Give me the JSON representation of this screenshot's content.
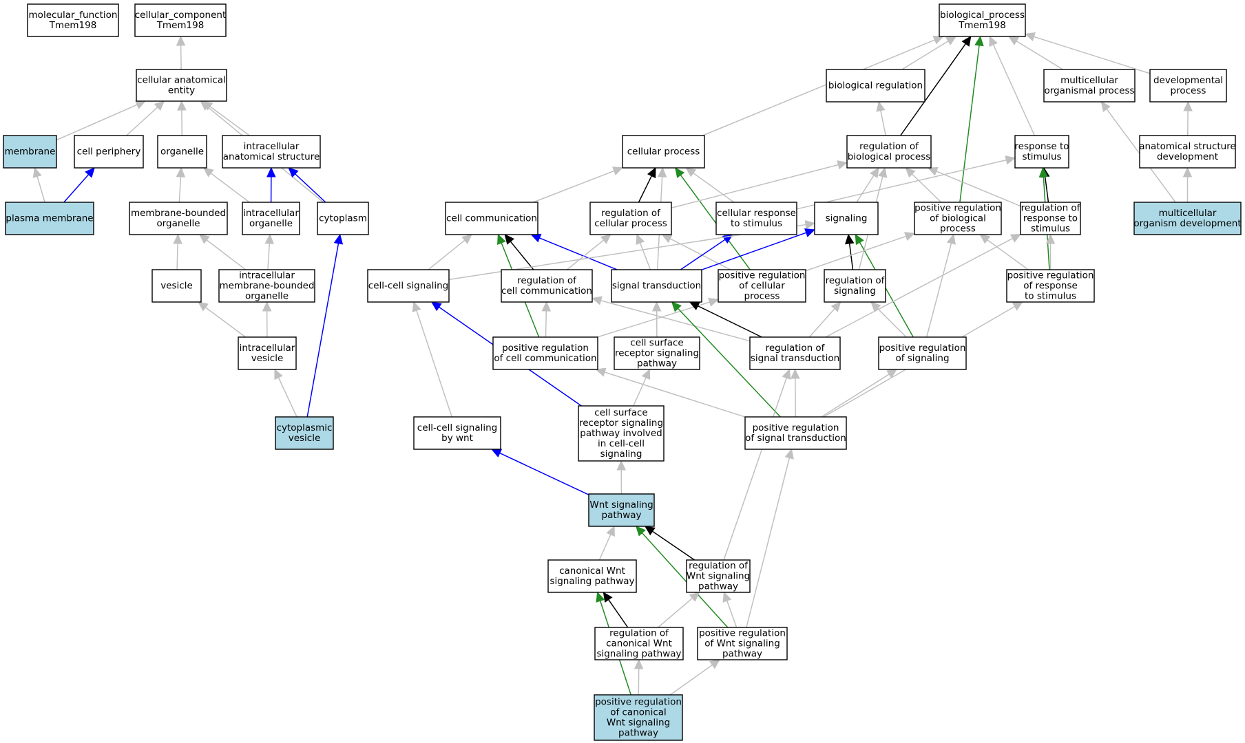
{
  "colors": {
    "node_default": "#ffffff",
    "node_highlight": "#add8e6",
    "edge_is_a": "#c0c0c0",
    "edge_part_of": "#0000ff",
    "edge_regulates": "#000000",
    "edge_pos_regulates": "#228b22"
  },
  "nodes": [
    {
      "id": "mf",
      "lines": [
        "molecular_function",
        "Tmem198"
      ],
      "fill": "white"
    },
    {
      "id": "cc",
      "lines": [
        "cellular_component",
        "Tmem198"
      ],
      "fill": "white"
    },
    {
      "id": "bp",
      "lines": [
        "biological_process",
        "Tmem198"
      ],
      "fill": "white"
    },
    {
      "id": "cae",
      "lines": [
        "cellular anatomical",
        "entity"
      ],
      "fill": "white"
    },
    {
      "id": "membrane",
      "lines": [
        "membrane"
      ],
      "fill": "blue"
    },
    {
      "id": "cellper",
      "lines": [
        "cell periphery"
      ],
      "fill": "white"
    },
    {
      "id": "organelle",
      "lines": [
        "organelle"
      ],
      "fill": "white"
    },
    {
      "id": "ias",
      "lines": [
        "intracellular",
        "anatomical structure"
      ],
      "fill": "white"
    },
    {
      "id": "plasmam",
      "lines": [
        "plasma membrane"
      ],
      "fill": "blue"
    },
    {
      "id": "mbo",
      "lines": [
        "membrane-bounded",
        "organelle"
      ],
      "fill": "white"
    },
    {
      "id": "io",
      "lines": [
        "intracellular",
        "organelle"
      ],
      "fill": "white"
    },
    {
      "id": "cytoplasm",
      "lines": [
        "cytoplasm"
      ],
      "fill": "white"
    },
    {
      "id": "vesicle",
      "lines": [
        "vesicle"
      ],
      "fill": "white"
    },
    {
      "id": "imbo",
      "lines": [
        "intracellular",
        "membrane-bounded",
        "organelle"
      ],
      "fill": "white"
    },
    {
      "id": "iv",
      "lines": [
        "intracellular",
        "vesicle"
      ],
      "fill": "white"
    },
    {
      "id": "cytves",
      "lines": [
        "cytoplasmic",
        "vesicle"
      ],
      "fill": "blue"
    },
    {
      "id": "bioreg",
      "lines": [
        "biological regulation"
      ],
      "fill": "white"
    },
    {
      "id": "mop",
      "lines": [
        "multicellular",
        "organismal process"
      ],
      "fill": "white"
    },
    {
      "id": "devp",
      "lines": [
        "developmental",
        "process"
      ],
      "fill": "white"
    },
    {
      "id": "cellp",
      "lines": [
        "cellular process"
      ],
      "fill": "white"
    },
    {
      "id": "rbp",
      "lines": [
        "regulation of",
        "biological process"
      ],
      "fill": "white"
    },
    {
      "id": "rts",
      "lines": [
        "response to",
        "stimulus"
      ],
      "fill": "white"
    },
    {
      "id": "asd",
      "lines": [
        "anatomical structure",
        "development"
      ],
      "fill": "white"
    },
    {
      "id": "cellcomm",
      "lines": [
        "cell communication"
      ],
      "fill": "white"
    },
    {
      "id": "rcp",
      "lines": [
        "regulation of",
        "cellular process"
      ],
      "fill": "white"
    },
    {
      "id": "crs",
      "lines": [
        "cellular response",
        "to stimulus"
      ],
      "fill": "white"
    },
    {
      "id": "signaling",
      "lines": [
        "signaling"
      ],
      "fill": "white"
    },
    {
      "id": "prbp",
      "lines": [
        "positive regulation",
        "of biological",
        "process"
      ],
      "fill": "white"
    },
    {
      "id": "rrs",
      "lines": [
        "regulation of",
        "response to",
        "stimulus"
      ],
      "fill": "white"
    },
    {
      "id": "mod",
      "lines": [
        "multicellular",
        "organism development"
      ],
      "fill": "blue"
    },
    {
      "id": "ccsig",
      "lines": [
        "cell-cell signaling"
      ],
      "fill": "white"
    },
    {
      "id": "rcc",
      "lines": [
        "regulation of",
        "cell communication"
      ],
      "fill": "white"
    },
    {
      "id": "st",
      "lines": [
        "signal transduction"
      ],
      "fill": "white"
    },
    {
      "id": "prcp",
      "lines": [
        "positive regulation",
        "of cellular",
        "process"
      ],
      "fill": "white"
    },
    {
      "id": "rsig",
      "lines": [
        "regulation of",
        "signaling"
      ],
      "fill": "white"
    },
    {
      "id": "prrs",
      "lines": [
        "positive regulation",
        "of response",
        "to stimulus"
      ],
      "fill": "white"
    },
    {
      "id": "prcc",
      "lines": [
        "positive regulation",
        "of cell communication"
      ],
      "fill": "white"
    },
    {
      "id": "csrsp",
      "lines": [
        "cell surface",
        "receptor signaling",
        "pathway"
      ],
      "fill": "white"
    },
    {
      "id": "rst",
      "lines": [
        "regulation of",
        "signal transduction"
      ],
      "fill": "white"
    },
    {
      "id": "prsig",
      "lines": [
        "positive regulation",
        "of signaling"
      ],
      "fill": "white"
    },
    {
      "id": "ccswnt",
      "lines": [
        "cell-cell signaling",
        "by wnt"
      ],
      "fill": "white"
    },
    {
      "id": "csrspcc",
      "lines": [
        "cell surface",
        "receptor signaling",
        "pathway involved",
        "in cell-cell",
        "signaling"
      ],
      "fill": "white"
    },
    {
      "id": "prst",
      "lines": [
        "positive regulation",
        "of signal transduction"
      ],
      "fill": "white"
    },
    {
      "id": "wnt",
      "lines": [
        "Wnt signaling",
        "pathway"
      ],
      "fill": "blue"
    },
    {
      "id": "cwnt",
      "lines": [
        "canonical Wnt",
        "signaling pathway"
      ],
      "fill": "white"
    },
    {
      "id": "rwnt",
      "lines": [
        "regulation of",
        "Wnt signaling",
        "pathway"
      ],
      "fill": "white"
    },
    {
      "id": "rcwnt",
      "lines": [
        "regulation of",
        "canonical Wnt",
        "signaling pathway"
      ],
      "fill": "white"
    },
    {
      "id": "prwnt",
      "lines": [
        "positive regulation",
        "of Wnt signaling",
        "pathway"
      ],
      "fill": "white"
    },
    {
      "id": "prcwnt",
      "lines": [
        "positive regulation",
        "of canonical",
        "Wnt signaling",
        "pathway"
      ],
      "fill": "blue"
    }
  ],
  "edges": [
    {
      "from": "cae",
      "to": "cc",
      "type": "is_a"
    },
    {
      "from": "membrane",
      "to": "cae",
      "type": "is_a"
    },
    {
      "from": "cellper",
      "to": "cae",
      "type": "is_a"
    },
    {
      "from": "organelle",
      "to": "cae",
      "type": "is_a"
    },
    {
      "from": "ias",
      "to": "cae",
      "type": "is_a"
    },
    {
      "from": "cytoplasm",
      "to": "cae",
      "type": "is_a"
    },
    {
      "from": "plasmam",
      "to": "membrane",
      "type": "is_a"
    },
    {
      "from": "plasmam",
      "to": "cellper",
      "type": "part_of"
    },
    {
      "from": "mbo",
      "to": "organelle",
      "type": "is_a"
    },
    {
      "from": "io",
      "to": "organelle",
      "type": "is_a"
    },
    {
      "from": "io",
      "to": "ias",
      "type": "part_of"
    },
    {
      "from": "cytoplasm",
      "to": "ias",
      "type": "part_of"
    },
    {
      "from": "vesicle",
      "to": "mbo",
      "type": "is_a"
    },
    {
      "from": "imbo",
      "to": "mbo",
      "type": "is_a"
    },
    {
      "from": "imbo",
      "to": "io",
      "type": "is_a"
    },
    {
      "from": "iv",
      "to": "vesicle",
      "type": "is_a"
    },
    {
      "from": "iv",
      "to": "imbo",
      "type": "is_a"
    },
    {
      "from": "cytves",
      "to": "iv",
      "type": "is_a"
    },
    {
      "from": "cytves",
      "to": "cytoplasm",
      "type": "part_of"
    },
    {
      "from": "bioreg",
      "to": "bp",
      "type": "is_a"
    },
    {
      "from": "mop",
      "to": "bp",
      "type": "is_a"
    },
    {
      "from": "devp",
      "to": "bp",
      "type": "is_a"
    },
    {
      "from": "cellp",
      "to": "bp",
      "type": "is_a"
    },
    {
      "from": "rts",
      "to": "bp",
      "type": "is_a"
    },
    {
      "from": "rbp",
      "to": "bp",
      "type": "regulates"
    },
    {
      "from": "prbp",
      "to": "bp",
      "type": "pos_regulates"
    },
    {
      "from": "rbp",
      "to": "bioreg",
      "type": "is_a"
    },
    {
      "from": "asd",
      "to": "devp",
      "type": "is_a"
    },
    {
      "from": "mod",
      "to": "asd",
      "type": "is_a"
    },
    {
      "from": "mod",
      "to": "mop",
      "type": "is_a"
    },
    {
      "from": "cellcomm",
      "to": "cellp",
      "type": "is_a"
    },
    {
      "from": "rcp",
      "to": "cellp",
      "type": "regulates"
    },
    {
      "from": "crs",
      "to": "cellp",
      "type": "is_a"
    },
    {
      "from": "st",
      "to": "cellp",
      "type": "is_a"
    },
    {
      "from": "prcp",
      "to": "cellp",
      "type": "pos_regulates"
    },
    {
      "from": "rcp",
      "to": "rbp",
      "type": "is_a"
    },
    {
      "from": "signaling",
      "to": "rbp",
      "type": "is_a"
    },
    {
      "from": "prbp",
      "to": "rbp",
      "type": "is_a"
    },
    {
      "from": "rrs",
      "to": "rbp",
      "type": "is_a"
    },
    {
      "from": "rsig",
      "to": "rbp",
      "type": "is_a"
    },
    {
      "from": "crs",
      "to": "rts",
      "type": "is_a"
    },
    {
      "from": "rrs",
      "to": "rts",
      "type": "regulates"
    },
    {
      "from": "prrs",
      "to": "rts",
      "type": "pos_regulates"
    },
    {
      "from": "ccsig",
      "to": "cellcomm",
      "type": "is_a"
    },
    {
      "from": "rcc",
      "to": "cellcomm",
      "type": "regulates"
    },
    {
      "from": "st",
      "to": "cellcomm",
      "type": "part_of"
    },
    {
      "from": "prcc",
      "to": "cellcomm",
      "type": "pos_regulates"
    },
    {
      "from": "rcc",
      "to": "rcp",
      "type": "is_a"
    },
    {
      "from": "st",
      "to": "rcp",
      "type": "is_a"
    },
    {
      "from": "prcp",
      "to": "rcp",
      "type": "is_a"
    },
    {
      "from": "st",
      "to": "crs",
      "type": "part_of"
    },
    {
      "from": "ccsig",
      "to": "signaling",
      "type": "is_a"
    },
    {
      "from": "st",
      "to": "signaling",
      "type": "part_of"
    },
    {
      "from": "rsig",
      "to": "signaling",
      "type": "regulates"
    },
    {
      "from": "prsig",
      "to": "signaling",
      "type": "pos_regulates"
    },
    {
      "from": "prcp",
      "to": "prbp",
      "type": "is_a"
    },
    {
      "from": "prsig",
      "to": "prbp",
      "type": "is_a"
    },
    {
      "from": "prrs",
      "to": "prbp",
      "type": "is_a"
    },
    {
      "from": "rst",
      "to": "rrs",
      "type": "is_a"
    },
    {
      "from": "prrs",
      "to": "rrs",
      "type": "is_a"
    },
    {
      "from": "prcc",
      "to": "prcp",
      "type": "is_a"
    },
    {
      "from": "prcc",
      "to": "rcc",
      "type": "is_a"
    },
    {
      "from": "rst",
      "to": "rcc",
      "type": "is_a"
    },
    {
      "from": "csrsp",
      "to": "st",
      "type": "is_a"
    },
    {
      "from": "rst",
      "to": "st",
      "type": "regulates"
    },
    {
      "from": "prst",
      "to": "st",
      "type": "pos_regulates"
    },
    {
      "from": "rst",
      "to": "rsig",
      "type": "is_a"
    },
    {
      "from": "prsig",
      "to": "rsig",
      "type": "is_a"
    },
    {
      "from": "ccswnt",
      "to": "ccsig",
      "type": "is_a"
    },
    {
      "from": "csrspcc",
      "to": "ccsig",
      "type": "part_of"
    },
    {
      "from": "csrspcc",
      "to": "csrsp",
      "type": "is_a"
    },
    {
      "from": "prst",
      "to": "prcc",
      "type": "is_a"
    },
    {
      "from": "prst",
      "to": "rst",
      "type": "is_a"
    },
    {
      "from": "prst",
      "to": "prsig",
      "type": "is_a"
    },
    {
      "from": "prst",
      "to": "prrs",
      "type": "is_a"
    },
    {
      "from": "wnt",
      "to": "ccswnt",
      "type": "part_of"
    },
    {
      "from": "wnt",
      "to": "csrspcc",
      "type": "is_a"
    },
    {
      "from": "cwnt",
      "to": "wnt",
      "type": "is_a"
    },
    {
      "from": "rwnt",
      "to": "wnt",
      "type": "regulates"
    },
    {
      "from": "prwnt",
      "to": "wnt",
      "type": "pos_regulates"
    },
    {
      "from": "rwnt",
      "to": "rst",
      "type": "is_a"
    },
    {
      "from": "rcwnt",
      "to": "cwnt",
      "type": "regulates"
    },
    {
      "from": "prcwnt",
      "to": "cwnt",
      "type": "pos_regulates"
    },
    {
      "from": "rcwnt",
      "to": "rwnt",
      "type": "is_a"
    },
    {
      "from": "prwnt",
      "to": "rwnt",
      "type": "is_a"
    },
    {
      "from": "prwnt",
      "to": "prst",
      "type": "is_a"
    },
    {
      "from": "prcwnt",
      "to": "rcwnt",
      "type": "is_a"
    },
    {
      "from": "prcwnt",
      "to": "prwnt",
      "type": "is_a"
    }
  ]
}
